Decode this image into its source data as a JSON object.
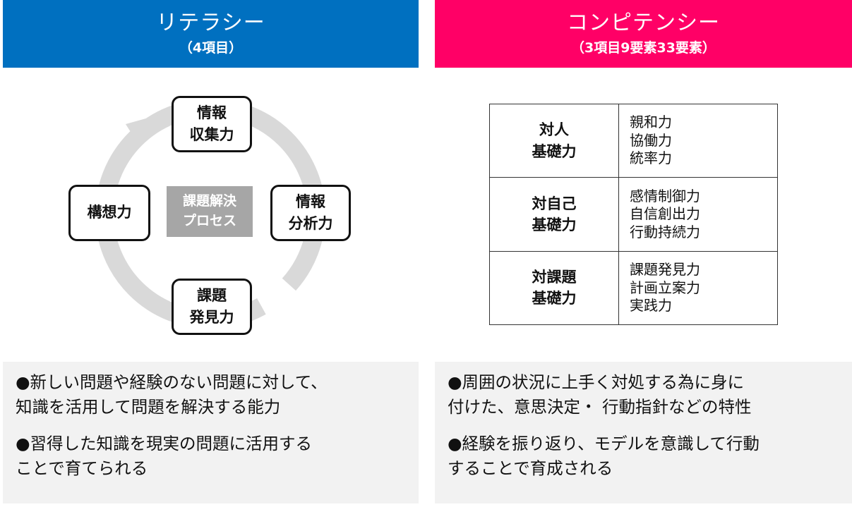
{
  "left_header": {
    "title": "リテラシー",
    "subtitle": "（4項目）",
    "color": "#0070c0"
  },
  "right_header": {
    "title": "コンピテンシー",
    "subtitle": "（3項目9要素33要素）",
    "color": "#ff0066"
  },
  "cycle": {
    "center": "課題解決\nプロセス",
    "top": "情報\n収集力",
    "right": "情報\n分析力",
    "bottom": "課題\n発見力",
    "left": "構想力",
    "ring_color": "#d9d9d9"
  },
  "competency_table": [
    {
      "category": "対人\n基礎力",
      "items": "親和力\n協働力\n統率力"
    },
    {
      "category": "対自己\n基礎力",
      "items": "感情制御力\n自信創出力\n行動持続力"
    },
    {
      "category": "対課題\n基礎力",
      "items": "課題発見力\n計画立案力\n実践力"
    }
  ],
  "left_desc": {
    "p1": "●新しい問題や経験のない問題に対して、\n 知識を活用して問題を解決する能力",
    "p2": "●習得した知識を現実の問題に活用する\n ことで育てられる"
  },
  "right_desc": {
    "p1": "●周囲の状況に上手く対処する為に身に\n 付けた、意思決定・ 行動指針などの特性",
    "p2": "●経験を振り返り、モデルを意識して行動\n することで育成される"
  }
}
